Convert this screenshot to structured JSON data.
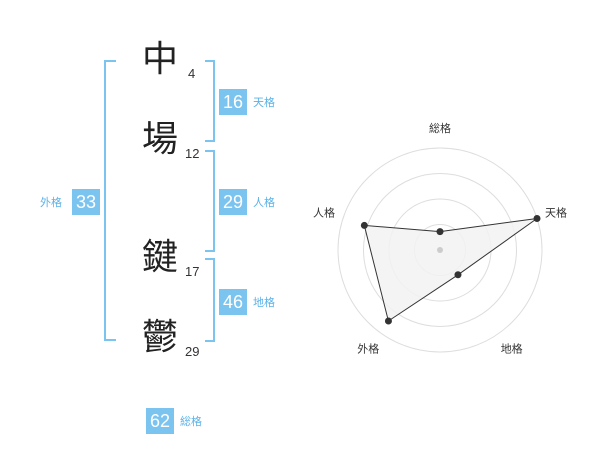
{
  "name_chars": [
    {
      "char": "中",
      "strokes": "4"
    },
    {
      "char": "場",
      "strokes": "12"
    },
    {
      "char": "鍵",
      "strokes": "17"
    },
    {
      "char": "鬱",
      "strokes": "29"
    }
  ],
  "kaku": {
    "ten": {
      "value": "16",
      "label": "天格"
    },
    "jin": {
      "value": "29",
      "label": "人格"
    },
    "chi": {
      "value": "46",
      "label": "地格"
    },
    "gai": {
      "value": "33",
      "label": "外格"
    },
    "sou": {
      "value": "62",
      "label": "総格"
    }
  },
  "chart_data": {
    "type": "radar",
    "axes": [
      "総格",
      "天格",
      "地格",
      "外格",
      "人格"
    ],
    "values": [
      0.18,
      1.0,
      0.3,
      0.86,
      0.78
    ],
    "max": 1,
    "rings": 4,
    "grid": true,
    "fill_color": "#f2f2f2",
    "line_color": "#333333",
    "ring_color": "#dddddd"
  },
  "colors": {
    "accent": "#7cc4f0",
    "accent_text": "#5ab2e8"
  }
}
